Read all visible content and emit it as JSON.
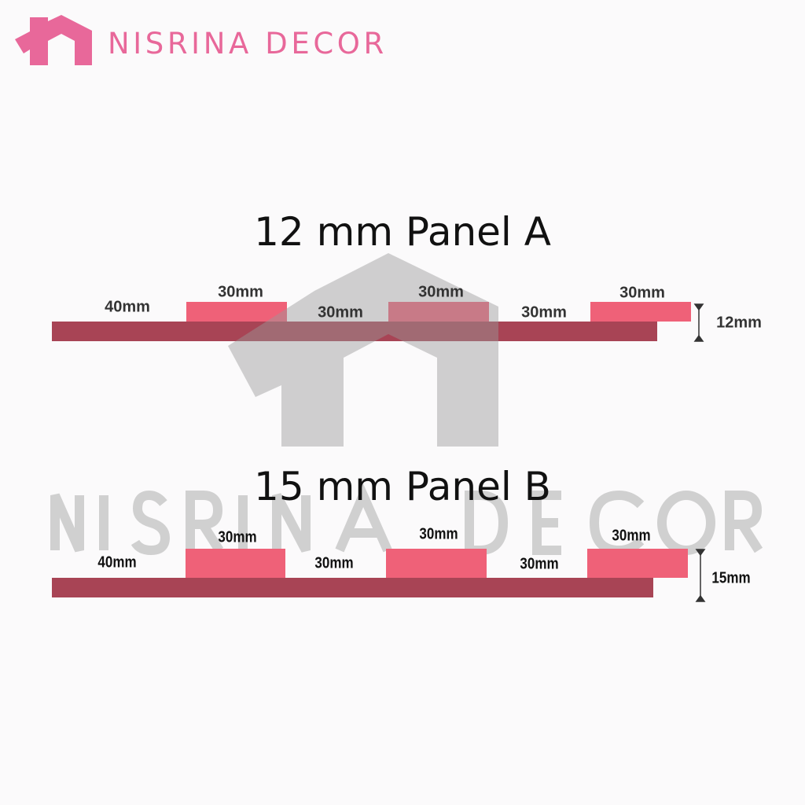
{
  "brand": {
    "name": "NISRINA DECOR",
    "color": "#e8689a",
    "icon": "house-logo-icon"
  },
  "watermark": {
    "text": "NISRINA DECOR",
    "color": "#c9c9c9"
  },
  "panels": [
    {
      "title": "12 mm Panel A",
      "base_label": "40mm",
      "top_labels": [
        "30mm",
        "30mm",
        "30mm"
      ],
      "gap_labels": [
        "30mm",
        "30mm"
      ],
      "thickness": "12mm"
    },
    {
      "title": "15 mm Panel B",
      "base_label": "40mm",
      "top_labels": [
        "30mm",
        "30mm",
        "30mm"
      ],
      "gap_labels": [
        "30mm",
        "30mm"
      ],
      "thickness": "15mm"
    }
  ],
  "colors": {
    "base": "#a84455",
    "raised": "#ef6178",
    "background": "#fbfafb"
  }
}
